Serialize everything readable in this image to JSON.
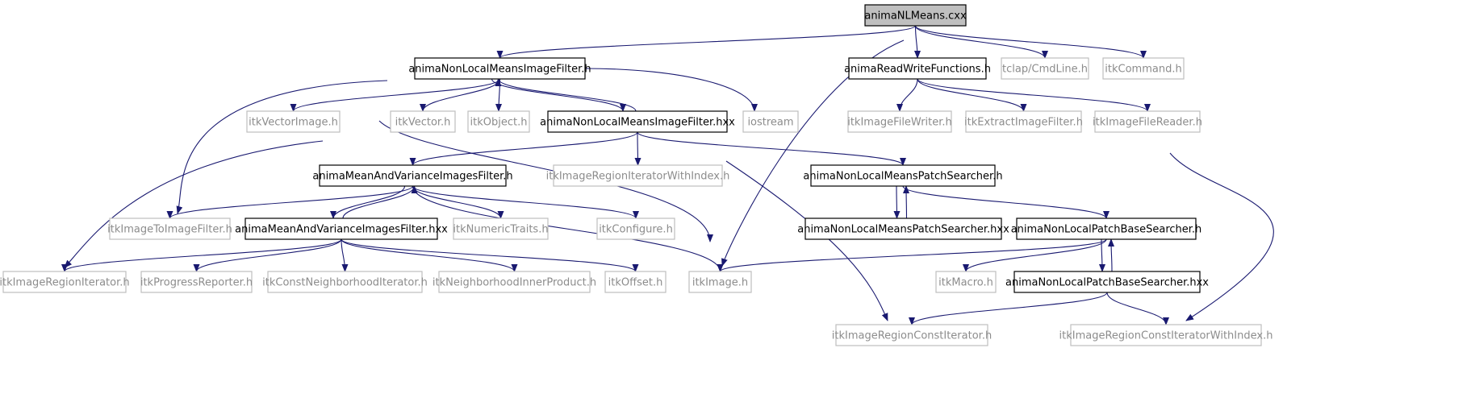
{
  "colors": {
    "edge": "#191970",
    "node_border_local": "#000000",
    "node_border_external": "#bfbfbf",
    "node_fill": "#ffffff",
    "root_fill": "#bfbfbf",
    "text_local": "#000000",
    "text_external": "#8c8c8c"
  },
  "nodes": {
    "root": {
      "label": "animaNLMeans.cxx",
      "kind": "root"
    },
    "nlmFilterH": {
      "label": "animaNonLocalMeansImageFilter.h",
      "kind": "local"
    },
    "readWriteH": {
      "label": "animaReadWriteFunctions.h",
      "kind": "local"
    },
    "tclapCmdLine": {
      "label": "tclap/CmdLine.h",
      "kind": "external"
    },
    "itkCommand": {
      "label": "itkCommand.h",
      "kind": "external"
    },
    "itkVectorImage": {
      "label": "itkVectorImage.h",
      "kind": "external"
    },
    "itkVector": {
      "label": "itkVector.h",
      "kind": "external"
    },
    "itkObject": {
      "label": "itkObject.h",
      "kind": "external"
    },
    "nlmFilterHxx": {
      "label": "animaNonLocalMeansImageFilter.hxx",
      "kind": "local"
    },
    "iostream": {
      "label": "iostream",
      "kind": "external"
    },
    "itkImageFileWriter": {
      "label": "itkImageFileWriter.h",
      "kind": "external"
    },
    "itkExtractImageFilter": {
      "label": "itkExtractImageFilter.h",
      "kind": "external"
    },
    "itkImageFileReader": {
      "label": "itkImageFileReader.h",
      "kind": "external"
    },
    "meanVarH": {
      "label": "animaMeanAndVarianceImagesFilter.h",
      "kind": "local"
    },
    "itkImageRegionIteratorWithIndex": {
      "label": "itkImageRegionIteratorWithIndex.h",
      "kind": "external"
    },
    "patchSearcherH": {
      "label": "animaNonLocalMeansPatchSearcher.h",
      "kind": "local"
    },
    "itkImageToImageFilter": {
      "label": "itkImageToImageFilter.h",
      "kind": "external"
    },
    "meanVarHxx": {
      "label": "animaMeanAndVarianceImagesFilter.hxx",
      "kind": "local"
    },
    "itkNumericTraits": {
      "label": "itkNumericTraits.h",
      "kind": "external"
    },
    "itkConfigure": {
      "label": "itkConfigure.h",
      "kind": "external"
    },
    "patchSearcherHxx": {
      "label": "animaNonLocalMeansPatchSearcher.hxx",
      "kind": "local"
    },
    "patchBaseH": {
      "label": "animaNonLocalPatchBaseSearcher.h",
      "kind": "local"
    },
    "itkImageRegionIterator": {
      "label": "itkImageRegionIterator.h",
      "kind": "external"
    },
    "itkProgressReporter": {
      "label": "itkProgressReporter.h",
      "kind": "external"
    },
    "itkConstNeighborhoodIterator": {
      "label": "itkConstNeighborhoodIterator.h",
      "kind": "external"
    },
    "itkNeighborhoodInnerProduct": {
      "label": "itkNeighborhoodInnerProduct.h",
      "kind": "external"
    },
    "itkOffset": {
      "label": "itkOffset.h",
      "kind": "external"
    },
    "itkImage": {
      "label": "itkImage.h",
      "kind": "external"
    },
    "itkMacro": {
      "label": "itkMacro.h",
      "kind": "external"
    },
    "patchBaseHxx": {
      "label": "animaNonLocalPatchBaseSearcher.hxx",
      "kind": "local"
    },
    "itkImageRegionConstIterator": {
      "label": "itkImageRegionConstIterator.h",
      "kind": "external"
    },
    "itkImageRegionConstIteratorWithIndex": {
      "label": "itkImageRegionConstIteratorWithIndex.h",
      "kind": "external"
    }
  },
  "edges": [
    [
      "root",
      "nlmFilterH"
    ],
    [
      "root",
      "itkImage"
    ],
    [
      "root",
      "readWriteH"
    ],
    [
      "root",
      "tclapCmdLine"
    ],
    [
      "root",
      "itkCommand"
    ],
    [
      "nlmFilterH",
      "itkImageToImageFilter"
    ],
    [
      "nlmFilterH",
      "itkImage"
    ],
    [
      "nlmFilterH",
      "itkVectorImage"
    ],
    [
      "nlmFilterH",
      "itkVector"
    ],
    [
      "nlmFilterH",
      "itkObject"
    ],
    [
      "nlmFilterH",
      "nlmFilterHxx"
    ],
    [
      "nlmFilterH",
      "iostream"
    ],
    [
      "nlmFilterHxx",
      "nlmFilterH"
    ],
    [
      "nlmFilterHxx",
      "itkImageRegionIterator"
    ],
    [
      "nlmFilterHxx",
      "meanVarH"
    ],
    [
      "nlmFilterHxx",
      "itkImageRegionIteratorWithIndex"
    ],
    [
      "nlmFilterHxx",
      "patchSearcherH"
    ],
    [
      "nlmFilterHxx",
      "itkImageRegionConstIterator"
    ],
    [
      "nlmFilterHxx",
      "itkImageRegionConstIteratorWithIndex"
    ],
    [
      "readWriteH",
      "itkImageFileWriter"
    ],
    [
      "readWriteH",
      "itkExtractImageFilter"
    ],
    [
      "readWriteH",
      "itkImageFileReader"
    ],
    [
      "meanVarH",
      "itkImageToImageFilter"
    ],
    [
      "meanVarH",
      "meanVarHxx"
    ],
    [
      "meanVarH",
      "itkNumericTraits"
    ],
    [
      "meanVarH",
      "itkConfigure"
    ],
    [
      "meanVarH",
      "itkImage"
    ],
    [
      "meanVarHxx",
      "meanVarH"
    ],
    [
      "meanVarHxx",
      "itkImageRegionIterator"
    ],
    [
      "meanVarHxx",
      "itkProgressReporter"
    ],
    [
      "meanVarHxx",
      "itkConstNeighborhoodIterator"
    ],
    [
      "meanVarHxx",
      "itkNeighborhoodInnerProduct"
    ],
    [
      "meanVarHxx",
      "itkOffset"
    ],
    [
      "patchSearcherH",
      "patchSearcherHxx"
    ],
    [
      "patchSearcherH",
      "patchBaseH"
    ],
    [
      "patchSearcherHxx",
      "patchSearcherH"
    ],
    [
      "patchBaseH",
      "itkImage"
    ],
    [
      "patchBaseH",
      "itkMacro"
    ],
    [
      "patchBaseH",
      "patchBaseHxx"
    ],
    [
      "patchBaseHxx",
      "patchBaseH"
    ],
    [
      "patchBaseHxx",
      "itkImageRegionConstIterator"
    ],
    [
      "patchBaseHxx",
      "itkImageRegionConstIteratorWithIndex"
    ]
  ]
}
